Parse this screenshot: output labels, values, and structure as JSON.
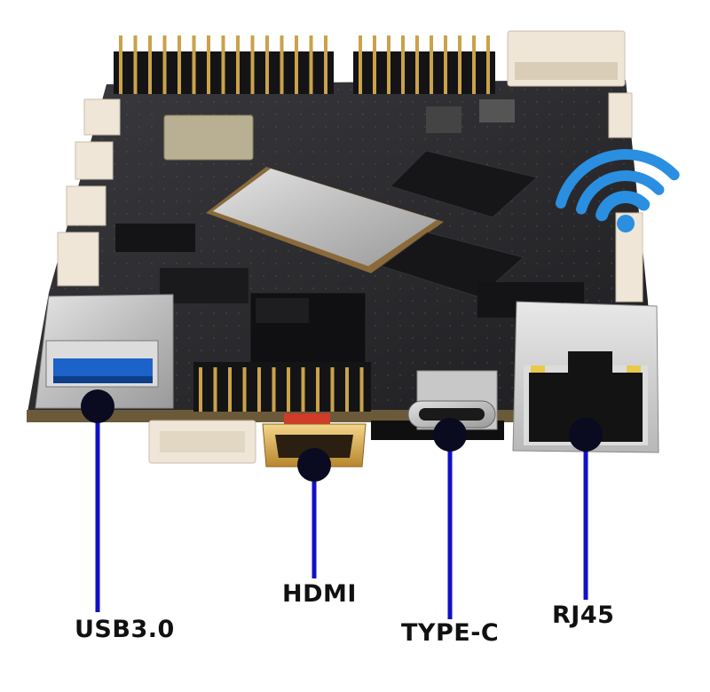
{
  "labels": {
    "usb": "USB3.0",
    "hdmi": "HDMI",
    "typec": "TYPE-C",
    "rj45": "RJ45"
  },
  "icons": {
    "wifi": "wifi-icon"
  },
  "colors": {
    "callout": "#1010c8",
    "callout_dot": "#0a0a20",
    "wifi": "#2a8fe0",
    "pcb": "#2b2b2e",
    "pin_gold": "#c9a24a"
  }
}
